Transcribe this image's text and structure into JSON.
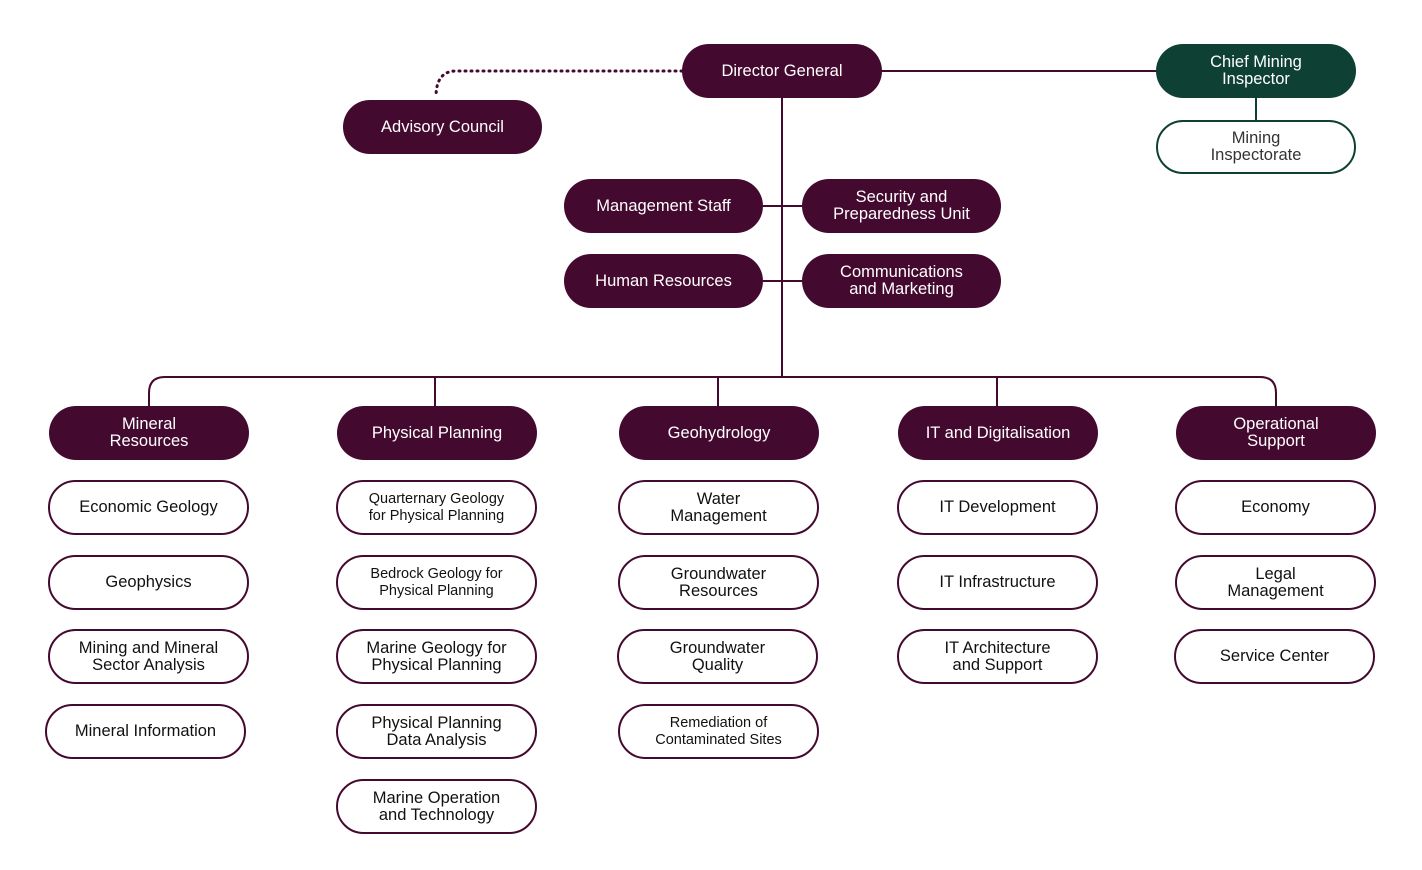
{
  "colors": {
    "primary": "#44092f",
    "green": "#0e4034",
    "text_dark": "#111111"
  },
  "top": {
    "director_general": "Director General",
    "advisory_council": "Advisory Council",
    "chief_mining_inspector": "Chief Mining\nInspector",
    "mining_inspectorate": "Mining\nInspectorate"
  },
  "staff": {
    "management_staff": "Management Staff",
    "security_preparedness": "Security and\nPreparedness Unit",
    "human_resources": "Human Resources",
    "communications_marketing": "Communications\nand Marketing"
  },
  "departments": [
    {
      "name": "Mineral\nResources",
      "units": [
        "Economic Geology",
        "Geophysics",
        "Mining and Mineral\nSector Analysis",
        "Mineral Information"
      ]
    },
    {
      "name": "Physical Planning",
      "units": [
        "Quarternary Geology\nfor Physical Planning",
        "Bedrock Geology for\nPhysical Planning",
        "Marine Geology for\nPhysical Planning",
        "Physical Planning\nData Analysis",
        "Marine Operation\nand Technology"
      ]
    },
    {
      "name": "Geohydrology",
      "units": [
        "Water\nManagement",
        "Groundwater\nResources",
        "Groundwater\nQuality",
        "Remediation of\nContaminated Sites"
      ]
    },
    {
      "name": "IT and Digitalisation",
      "units": [
        "IT Development",
        "IT Infrastructure",
        "IT Architecture\nand Support"
      ]
    },
    {
      "name": "Operational\nSupport",
      "units": [
        "Economy",
        "Legal\nManagement",
        "Service Center"
      ]
    }
  ]
}
